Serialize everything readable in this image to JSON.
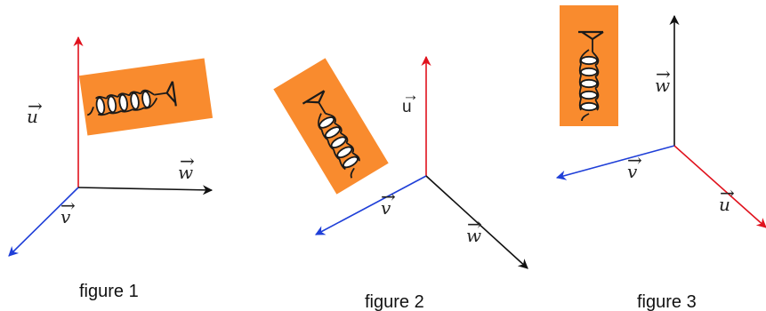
{
  "colors": {
    "red": "#e0121d",
    "black": "#111111",
    "blue": "#1f3fd8",
    "orange": "#f98b2e",
    "spring": "#1a1a1a"
  },
  "figures": [
    {
      "caption": "figure 1",
      "labels": {
        "u": "u",
        "w": "w",
        "v": "v"
      },
      "icon": "spring-coil-icon"
    },
    {
      "caption": "figure 2",
      "labels": {
        "u": "u",
        "w": "w",
        "v": "v"
      },
      "icon": "spring-coil-icon"
    },
    {
      "caption": "figure 3",
      "labels": {
        "u": "u",
        "w": "w",
        "v": "v"
      },
      "icon": "spring-coil-icon"
    }
  ]
}
